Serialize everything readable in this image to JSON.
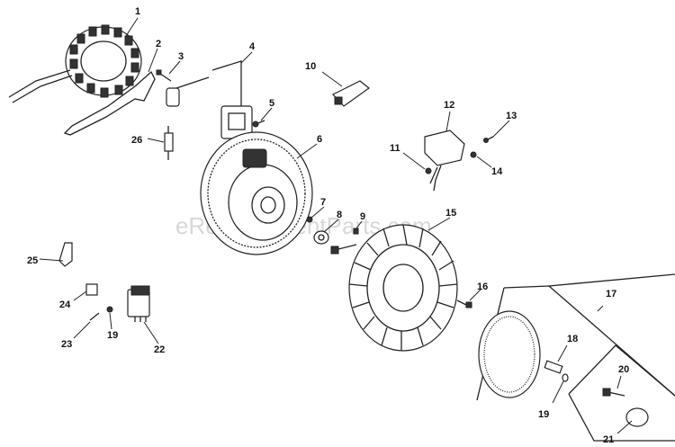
{
  "watermark": "eReplacementParts.com",
  "callouts": [
    "1",
    "2",
    "3",
    "4",
    "5",
    "6",
    "7",
    "8",
    "9",
    "10",
    "11",
    "12",
    "13",
    "14",
    "15",
    "16",
    "17",
    "18",
    "19",
    "20",
    "21",
    "22",
    "23",
    "24",
    "25",
    "26",
    "19"
  ]
}
